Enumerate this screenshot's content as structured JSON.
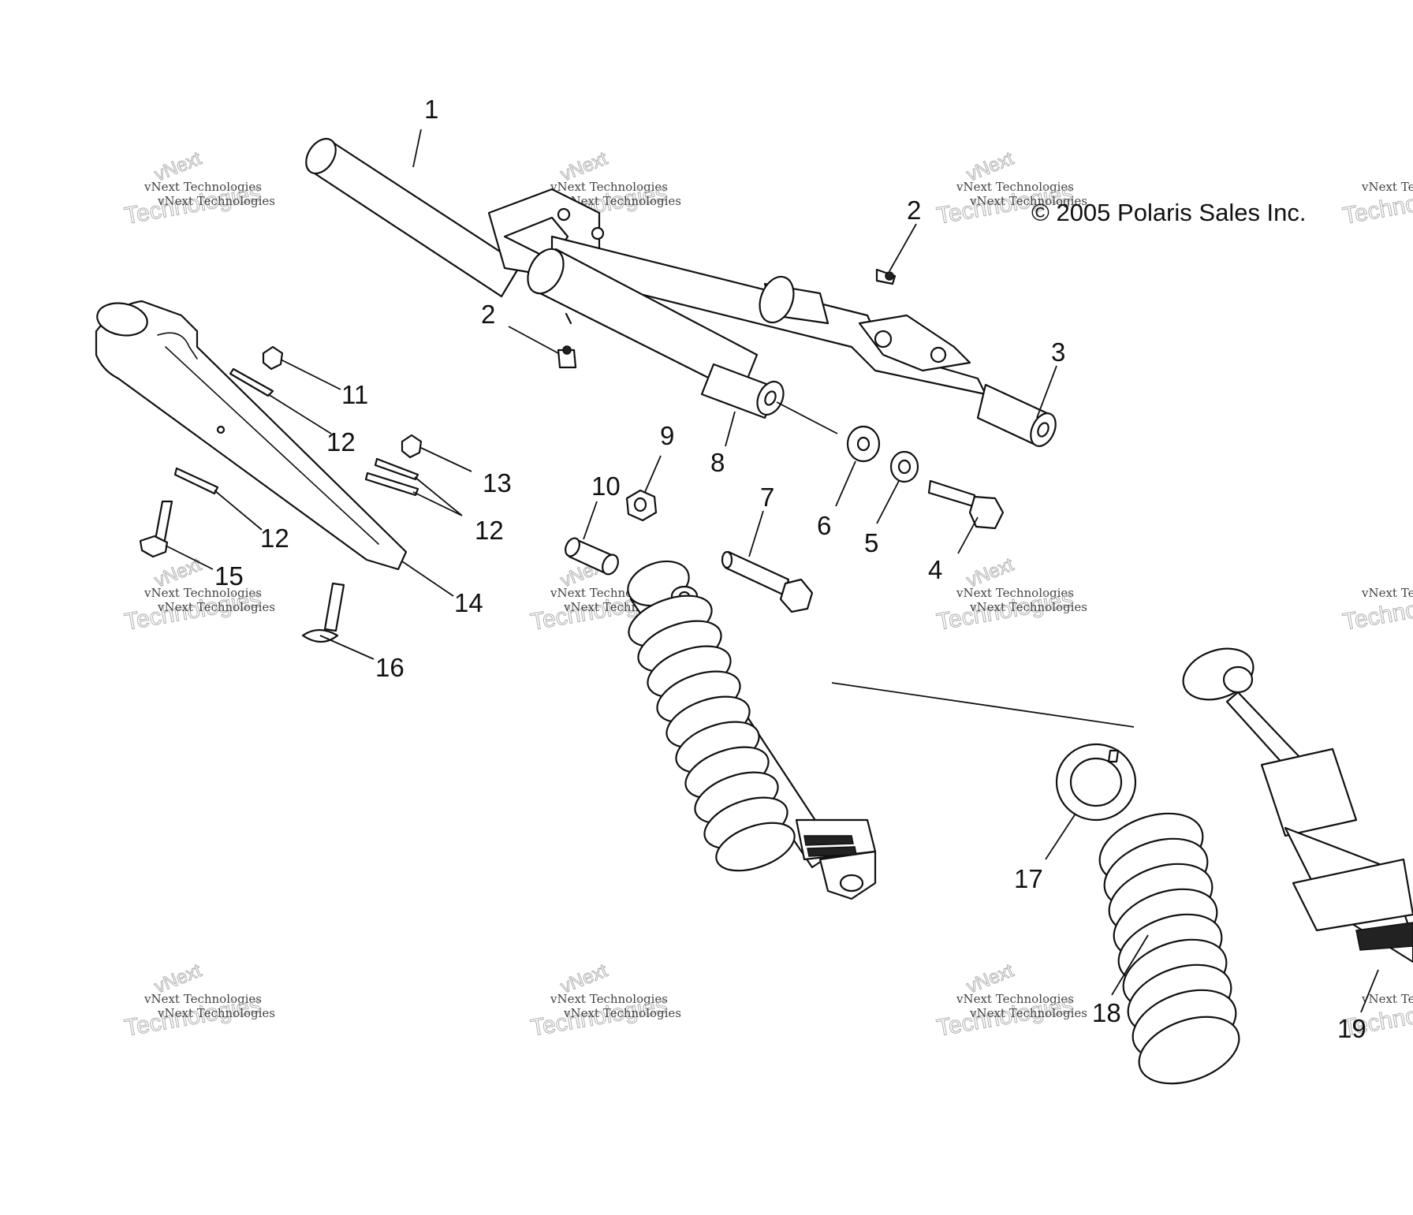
{
  "copyright": "© 2005 Polaris Sales Inc.",
  "watermark": {
    "small": "vNext Technologies",
    "large": "Technologies",
    "diag": "vNext"
  },
  "callouts": {
    "p1": "1",
    "p2a": "2",
    "p2b": "2",
    "p3": "3",
    "p4": "4",
    "p5": "5",
    "p6": "6",
    "p7": "7",
    "p8": "8",
    "p9": "9",
    "p10": "10",
    "p11": "11",
    "p12a": "12",
    "p12b": "12",
    "p12c": "12",
    "p13": "13",
    "p14": "14",
    "p15": "15",
    "p16": "16",
    "p17": "17",
    "p18": "18",
    "p19": "19"
  }
}
